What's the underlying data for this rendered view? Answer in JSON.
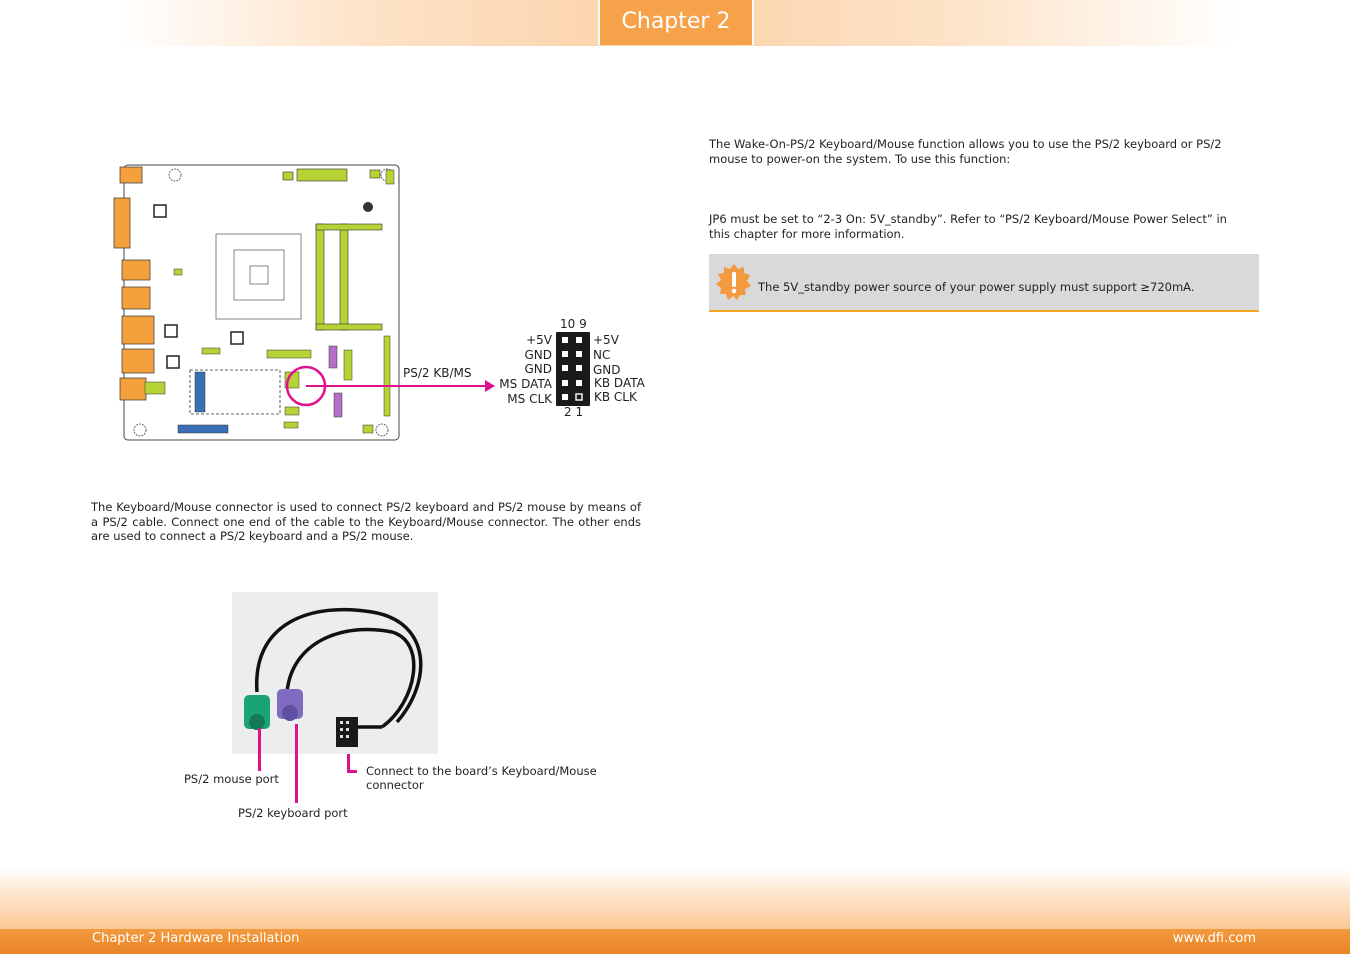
{
  "header": {
    "chapter_tab": "Chapter 2"
  },
  "wake_section": {
    "paragraph1": "The Wake-On-PS/2 Keyboard/Mouse function allows you to use the PS/2 keyboard or PS/2 mouse to power-on the system. To use this function:",
    "paragraph2": "JP6 must be set to “2-3 On: 5V_standby”. Refer to “PS/2 Keyboard/Mouse Power Select” in this chapter for more information.",
    "note": "The 5V_standby power source of your power supply must support ≥720mA."
  },
  "connector_diagram": {
    "callout_label": "PS/2 KB/MS",
    "pin_top": "10 9",
    "pin_bottom": "2 1",
    "left_labels": [
      "+5V",
      "GND",
      "GND",
      "MS DATA",
      "MS CLK"
    ],
    "right_labels": [
      "+5V",
      "NC",
      "GND",
      "KB DATA",
      "KB CLK"
    ]
  },
  "keyboard_section": {
    "paragraph": "The Keyboard/Mouse connector is used to connect PS/2 keyboard and PS/2 mouse by means of a PS/2 cable. Connect one end of the cable to the Keyboard/Mouse connector. The other ends are used to connect a PS/2 keyboard and a PS/2 mouse."
  },
  "cable_photo": {
    "mouse_port_label": "PS/2 mouse port",
    "keyboard_port_label": "PS/2 keyboard port",
    "connector_label_line1": "Connect to the board’s Keyboard/Mouse",
    "connector_label_line2": "connector"
  },
  "colors": {
    "accent": "#f5a24b",
    "pink": "#e0118c",
    "board_green": "#b5d334",
    "board_purple": "#b56ec7"
  },
  "footer": {
    "left": "Chapter 2 Hardware Installation",
    "right": "www.dfi.com"
  }
}
